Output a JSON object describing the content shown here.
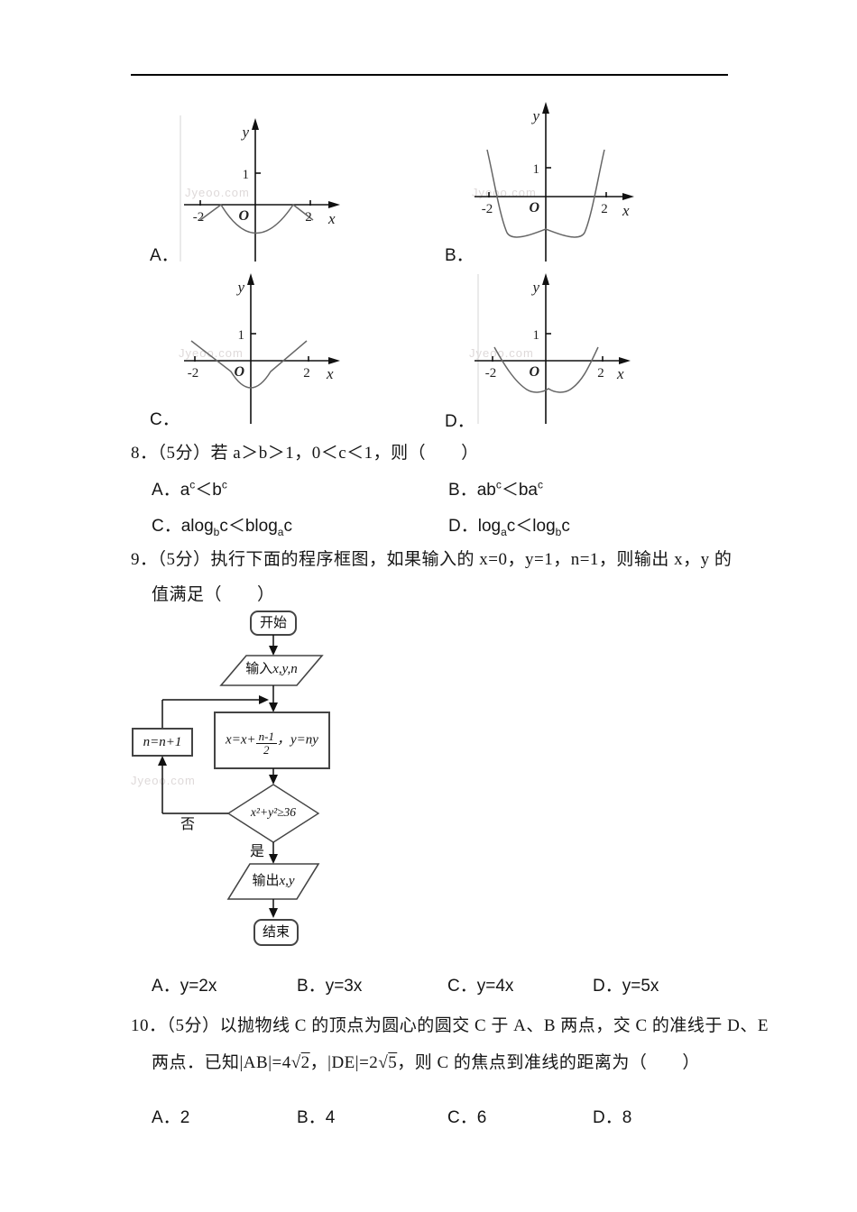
{
  "watermark": "Jyeoo.com",
  "graphs": {
    "options": [
      {
        "label": "A．",
        "y_label": "y",
        "x_label": "x",
        "origin": "O",
        "y_tick": "1",
        "x_tick_left": "-2",
        "x_tick_right": "2",
        "curve": "shallow cup below axis between about -1.3 and 1.3 with short descending edge segments toward (±2,-0.5)"
      },
      {
        "label": "B．",
        "y_label": "y",
        "x_label": "x",
        "origin": "O",
        "y_tick": "1",
        "x_tick_left": "-2",
        "x_tick_right": "2",
        "curve": "steep W-shaped quartic, zeros near ±1.8, two minima about -1.5 and small cusp peak at x=0"
      },
      {
        "label": "C．",
        "y_label": "y",
        "x_label": "x",
        "origin": "O",
        "y_tick": "1",
        "x_tick_left": "-2",
        "x_tick_right": "2",
        "curve": "rounded V with vertex near (0,-1), zeros near ±1.1, rising to about 0.75 at x=±2"
      },
      {
        "label": "D．",
        "y_label": "y",
        "x_label": "x",
        "origin": "O",
        "y_tick": "1",
        "x_tick_left": "-2",
        "x_tick_right": "2",
        "curve": "shallow W with small cusp just right of origin, zeros near ±1.6"
      }
    ]
  },
  "q8": {
    "number": "8．",
    "stem": "（5分）若 a＞b＞1，0＜c＜1，则（　　）",
    "options": [
      {
        "label": "A．",
        "formula_html": "a<sup>c</sup>＜b<sup>c</sup>"
      },
      {
        "label": "B．",
        "formula_html": "ab<sup>c</sup>＜ba<sup>c</sup>"
      },
      {
        "label": "C．",
        "formula_html": "alog<sub>b</sub>c＜blog<sub>a</sub>c"
      },
      {
        "label": "D．",
        "formula_html": "log<sub>a</sub>c＜log<sub>b</sub>c"
      }
    ]
  },
  "q9": {
    "number": "9．",
    "stem_line1": "（5分）执行下面的程序框图，如果输入的 x=0，y=1，n=1，则输出 x，y 的",
    "stem_line2": "值满足（　　）",
    "flowchart": {
      "start": "开始",
      "input_html": "输入<i>x,y,n</i>",
      "process_html": "<i>x</i>=<i>x</i>+<span class='frac'><span class='fn'><i>n</i>-1</span><span class='fd'>2</span></span>，<i>y</i>=<i>ny</i>",
      "loop_html": "<i>n</i>=<i>n</i>+1",
      "condition_html": "<i>x</i>²+<i>y</i>²≥36",
      "no": "否",
      "yes": "是",
      "output_html": "输出<i>x,y</i>",
      "end": "结束"
    },
    "options": [
      {
        "label": "A．",
        "value": "y=2x"
      },
      {
        "label": "B．",
        "value": "y=3x"
      },
      {
        "label": "C．",
        "value": "y=4x"
      },
      {
        "label": "D．",
        "value": "y=5x"
      }
    ]
  },
  "q10": {
    "number": "10．",
    "stem_line1": "（5分）以抛物线 C 的顶点为圆心的圆交 C 于 A、B 两点，交 C 的准线于 D、E",
    "stem_line2_html": "两点．已知|AB|=4<span class='rt'>√<span class='ov'>2</span></span>，|DE|=2<span class='rt'>√<span class='ov'>5</span></span>，则 C 的焦点到准线的距离为（　　）",
    "options": [
      {
        "label": "A．",
        "value": "2"
      },
      {
        "label": "B．",
        "value": "4"
      },
      {
        "label": "C．",
        "value": "6"
      },
      {
        "label": "D．",
        "value": "8"
      }
    ]
  }
}
